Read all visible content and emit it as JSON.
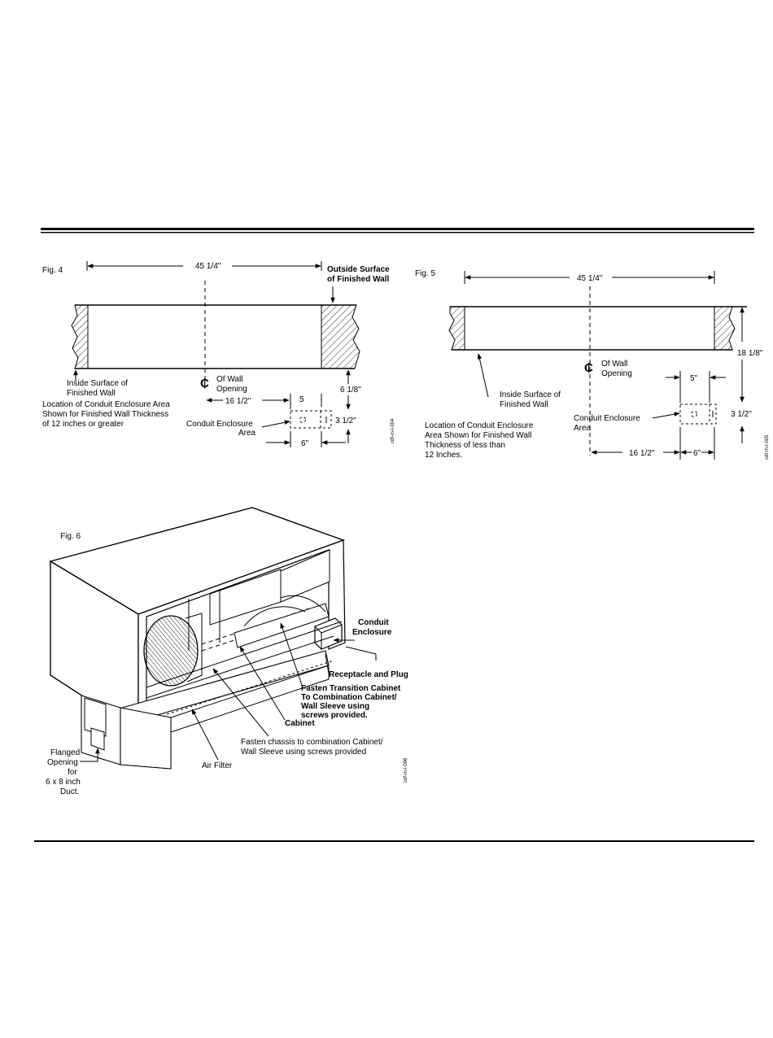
{
  "fig4": {
    "label": "Fig. 4",
    "width_dim": "45 1/4\"",
    "outside_surface_1": "Outside Surface",
    "outside_surface_2": "of Finished Wall",
    "inside_surface_1": "Inside Surface of",
    "inside_surface_2": "Finished Wall",
    "cl_symbol": "₵",
    "wall_opening_1": "Of Wall",
    "wall_opening_2": "Opening",
    "dim_6_1_8": "6 1/8\"",
    "dim_16_1_2": "16 1/2\"",
    "dim_5": "5",
    "dim_3_1_2": "3 1/2\"",
    "dim_6": "6\"",
    "location_1": "Location of Conduit Enclosure Area",
    "location_2": "Shown for Finished Wall Thickness",
    "location_3": "of 12 inches or greater",
    "conduit_1": "Conduit Enclosure",
    "conduit_2": "Area",
    "code": "cdf-m-l-004"
  },
  "fig5": {
    "label": "Fig. 5",
    "width_dim": "45 1/4\"",
    "dim_18_1_8": "18 1/8\"",
    "cl_symbol": "₵",
    "wall_opening_1": "Of Wall",
    "wall_opening_2": "Opening",
    "dim_5": "5\"",
    "inside_surface_1": "Inside Surface of",
    "inside_surface_2": "Finished Wall",
    "conduit_1": "Conduit Enclosure",
    "conduit_2": "Area",
    "dim_3_1_2": "3 1/2\"",
    "location_1": "Location of Conduit Enclosure",
    "location_2": "Area Shown for Finished Wall",
    "location_3": "Thickness of less than",
    "location_4": "12 Inches.",
    "dim_16_1_2": "16 1/2\"",
    "dim_6": "6\"",
    "code": "cdf-m-l-005"
  },
  "fig6": {
    "label": "Fig. 6",
    "conduit_1": "Conduit",
    "conduit_2": "Enclosure",
    "receptacle": "Receptacle and Plug",
    "fasten_transition_1": "Fasten Transition Cabinet",
    "fasten_transition_2": "To Combination Cabinet/",
    "fasten_transition_3": "Wall Sleeve using",
    "fasten_transition_4": "screws provided.",
    "cabinet": "Cabinet",
    "fasten_chassis_1": "Fasten chassis to combination Cabinet/",
    "fasten_chassis_2": "Wall Sleeve using screws provided",
    "air_filter": "Air Filter",
    "flanged_1": "Flanged",
    "flanged_2": "Opening",
    "flanged_3": "for",
    "flanged_4": "6 x 8 inch",
    "flanged_5": "Duct.",
    "code": "cdf-m-l-006"
  }
}
